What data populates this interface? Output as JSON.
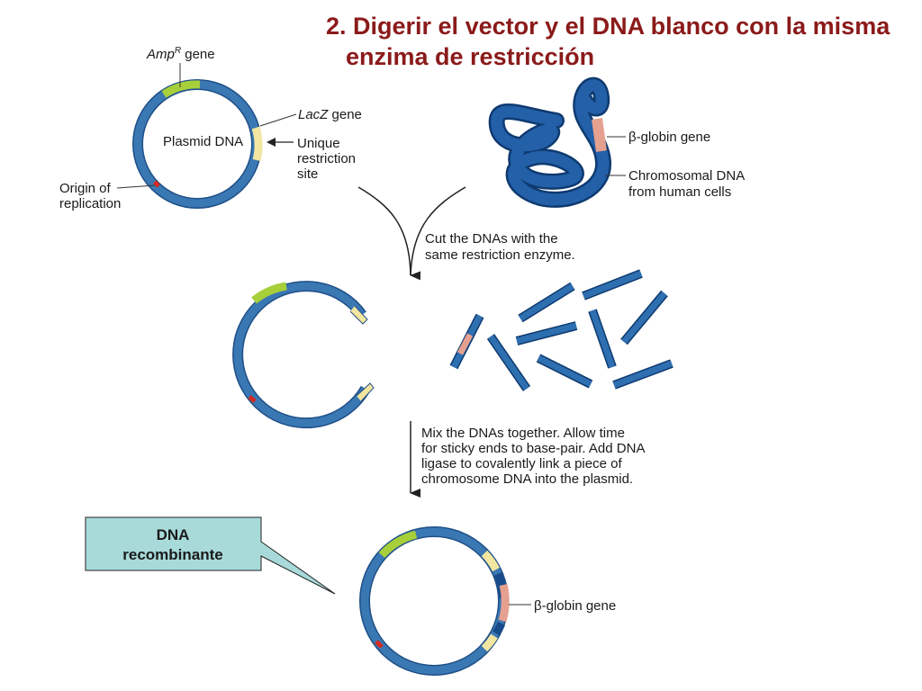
{
  "title": {
    "line1": "2. Digerir el vector y el DNA blanco con la misma",
    "line2": "enzima de restricción"
  },
  "labels": {
    "ampr_base": "Amp",
    "ampr_sup": "R",
    "ampr_suffix": " gene",
    "plasmid": "Plasmid DNA",
    "lacz_italic": "LacZ",
    "lacz_suffix": " gene",
    "unique_site": [
      "Unique",
      "restriction",
      "site"
    ],
    "origin": [
      "Origin of",
      "replication"
    ],
    "beta_globin_top": "β-globin gene",
    "chromosomal": [
      "Chromosomal DNA",
      "from human cells"
    ],
    "beta_globin_bottom": "β-globin gene"
  },
  "steps": {
    "cut": [
      "Cut the DNAs with the",
      "same restriction enzyme."
    ],
    "mix": [
      "Mix the DNAs together. Allow time",
      "for sticky ends to base-pair. Add DNA",
      "ligase to covalently link a piece of",
      "chromosome DNA into the plasmid."
    ]
  },
  "callout": [
    "DNA",
    "recombinante"
  ],
  "colors": {
    "title": "#8b1a1a",
    "plasmid": "#3a78b4",
    "plasmid_edge": "#1f4f86",
    "ampr": "#a7cf3a",
    "lacz": "#f2e6a0",
    "origin": "#d42a20",
    "beta_globin": "#e5a090",
    "chromosome": "#2360a8",
    "callout_fill": "#a8dada"
  }
}
